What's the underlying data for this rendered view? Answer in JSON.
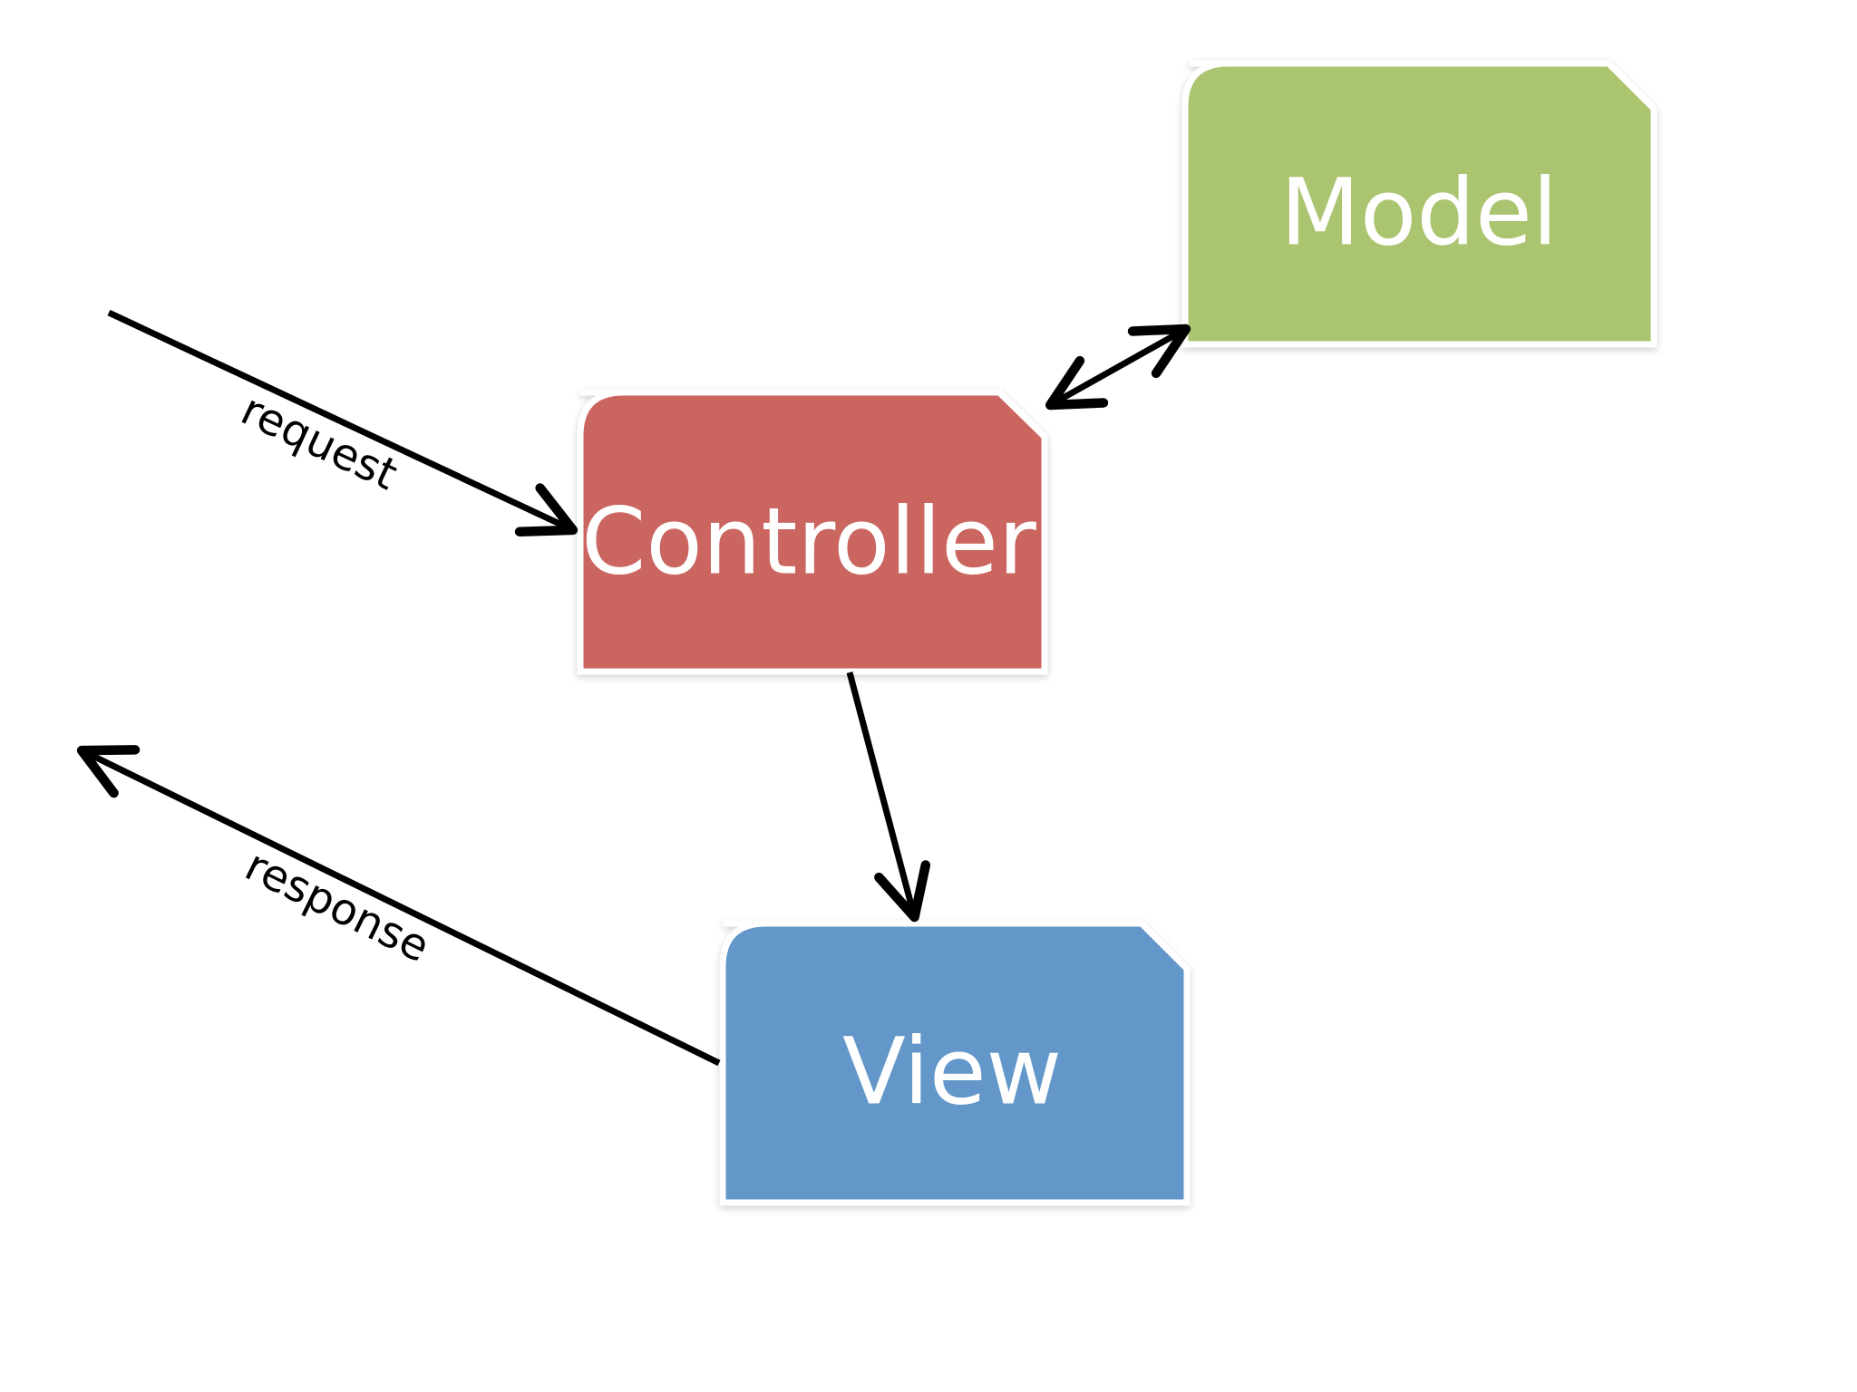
{
  "nodes": {
    "model": {
      "label": "Model",
      "color": "#abc46f"
    },
    "controller": {
      "label": "Controller",
      "color": "#ca655f"
    },
    "view": {
      "label": "View",
      "color": "#6397c9"
    }
  },
  "edges": {
    "request": {
      "label": "request"
    },
    "response": {
      "label": "response"
    },
    "controller_model": {
      "label": ""
    },
    "controller_view": {
      "label": ""
    }
  },
  "colors": {
    "background": "#ffffff",
    "arrow": "#000000",
    "node_border": "#ffffff"
  }
}
